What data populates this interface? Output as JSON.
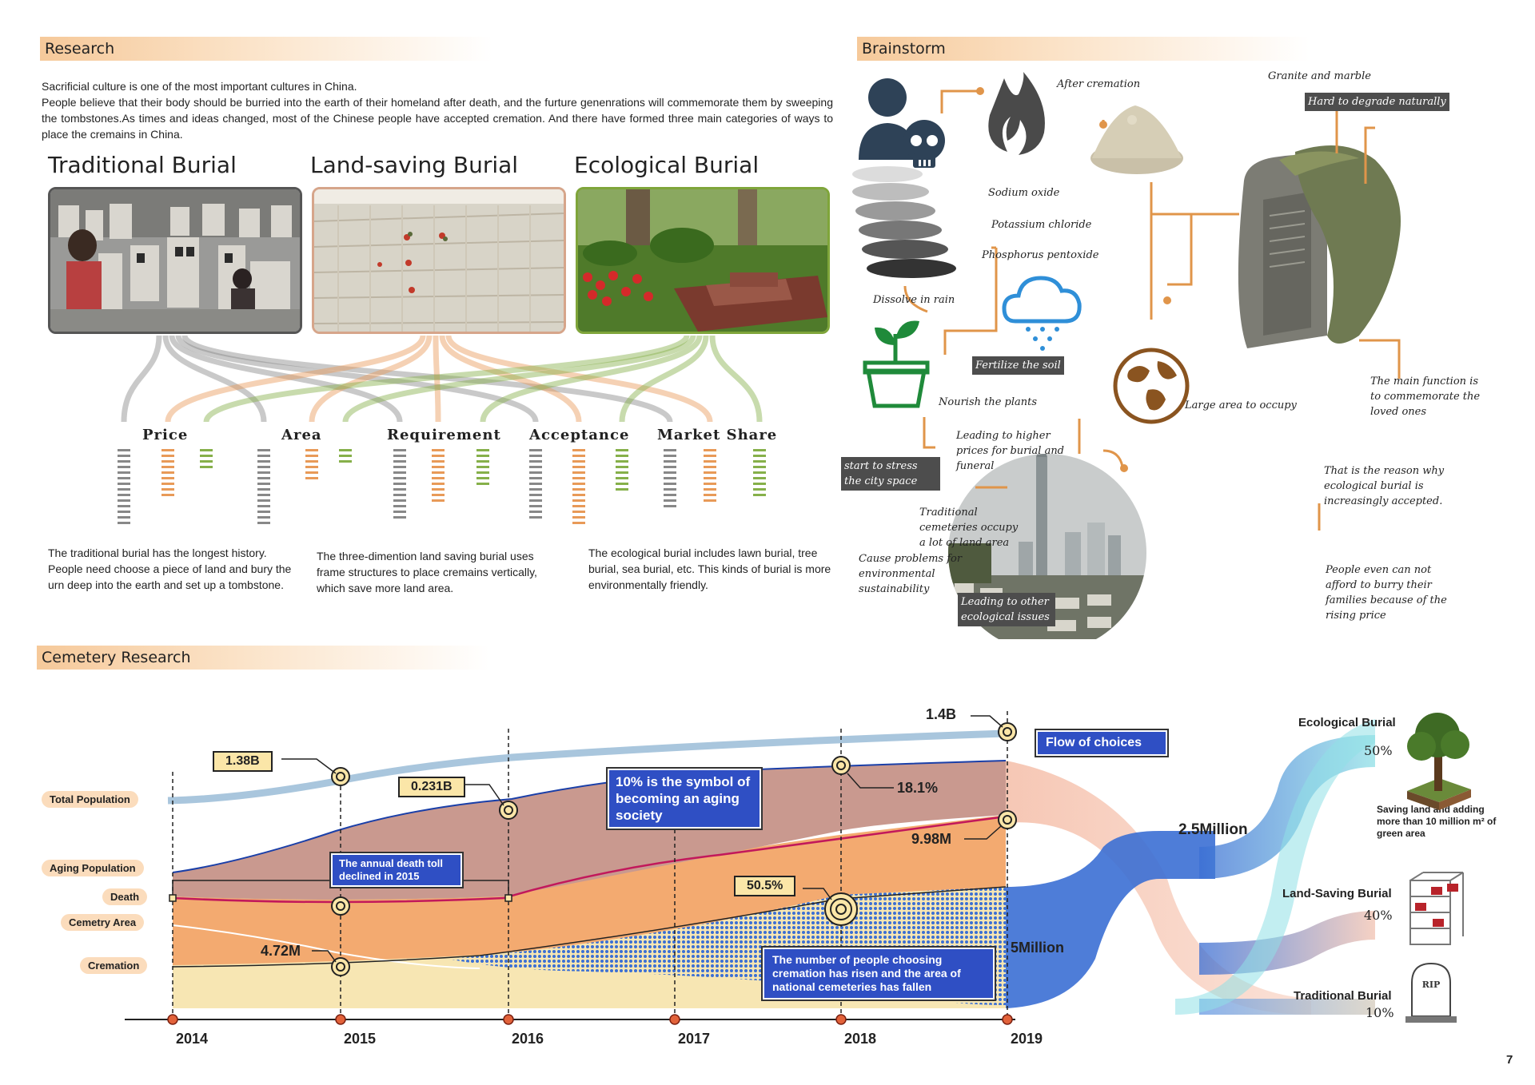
{
  "research": {
    "title": "Research",
    "intro": [
      "Sacrificial culture is one of the most important cultures in China.",
      "People believe that their body should be burried into the earth of their homeland after death, and the furture genenrations will commemorate them by sweeping the tombstones.As times and ideas changed, most of the Chinese people have accepted cremation. And there have formed three main categories of ways to place the cremains in China."
    ],
    "categories": [
      {
        "title": "Traditional Burial",
        "color": "#888888",
        "desc": "The traditional burial has the longest history. People need choose a piece of land and bury the urn deep into the earth and set up a tombstone."
      },
      {
        "title": "Land-saving Burial",
        "color": "#e89a58",
        "desc": "The three-dimention land saving burial uses frame structures to place cremains vertically, which save more land area."
      },
      {
        "title": "Ecological Burial",
        "color": "#86b04a",
        "desc": "The ecological burial includes lawn burial, tree burial, sea burial, etc. This kinds of burial is more environmentally friendly."
      }
    ],
    "criteria": [
      "Price",
      "Area",
      "Requirement",
      "Acceptance",
      "Market Share"
    ],
    "bar_levels": [
      [
        14,
        9,
        4
      ],
      [
        14,
        6,
        3
      ],
      [
        13,
        10,
        7
      ],
      [
        13,
        14,
        8
      ],
      [
        11,
        10,
        9
      ]
    ]
  },
  "brainstorm": {
    "title": "Brainstorm",
    "notes": {
      "after_cremation": "After cremation",
      "granite": "Granite and marble",
      "sodium": "Sodium oxide",
      "potassium": "Potassium chloride",
      "phosphorus": "Phosphorus pentoxide",
      "dissolve": "Dissolve in rain",
      "nourish": "Nourish the plants",
      "large_area": "Large area to occupy",
      "main_function": "The main function is to commemorate the loved ones",
      "higher_prices": "Leading to higher prices for burial and funeral",
      "traditional_cemeteries": "Traditional cemeteries occupy a lot of land area",
      "cause_problems": "Cause problems for environmental sustainability",
      "reason": "That is the reason why ecological burial is increasingly accepted.",
      "afford": "People even can not afford to burry their families because of the rising price"
    },
    "tags": {
      "hard_degrade": "Hard to degrade naturally",
      "fertilize": "Fertilize the soil",
      "city_space": "start to stress the city space",
      "eco_issues": "Leading to other ecological issues"
    }
  },
  "cemetery": {
    "title": "Cemetery Research",
    "series_labels": [
      "Total Population",
      "Aging Population",
      "Death",
      "Cemetry Area",
      "Cremation"
    ],
    "annotations": {
      "pop_2015": "1.38B",
      "pop_2019": "1.4B",
      "aging_2016": "0.231B",
      "aging_2018": "18.1%",
      "death_2019": "9.98M",
      "cremation_2015": "4.72M",
      "cremation_2018": "50.5%",
      "flow_total": "2.5Million",
      "flow_cremation": "5Million"
    },
    "notes": {
      "aging_symbol": "10% is the symbol of becoming an aging society",
      "death_decline": "The annual death toll declined in 2015",
      "cremation_rise": "The number of people choosing cremation has risen and the area of national cemeteries has fallen",
      "flow": "Flow of choices"
    },
    "outcomes": [
      {
        "name": "Ecological Burial",
        "share": "50%",
        "color": "#7fd0da"
      },
      {
        "name": "Land-Saving Burial",
        "share": "40%",
        "color": "#f2b9a3"
      },
      {
        "name": "Traditional Burial",
        "share": "10%",
        "color": "#c9c2b5"
      }
    ],
    "eco_note": "Saving land and adding more than 10 million m² of green area",
    "rip_text": "RIP",
    "years": [
      "2014",
      "2015",
      "2016",
      "2017",
      "2018",
      "2019"
    ],
    "colors": {
      "total": "#a9c6dd",
      "aging": "#c9998f",
      "death": "#c2185b",
      "area": "#1a3fa8",
      "orange": "#f3aa70",
      "cream": "#f7e6b3",
      "blue": "#3b6fd4"
    }
  },
  "page_number": "7"
}
